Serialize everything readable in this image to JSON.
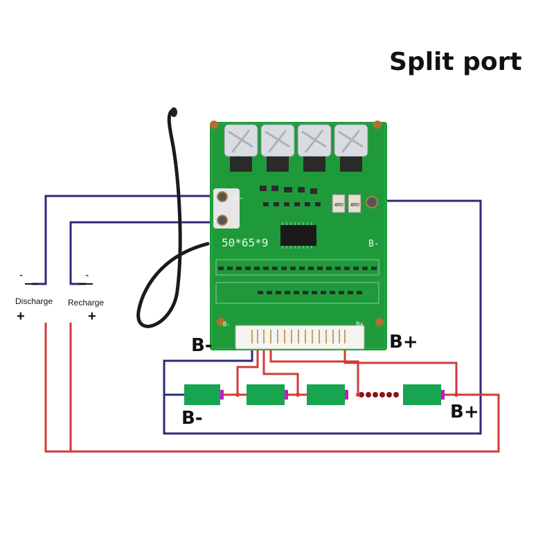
{
  "title": "Split port",
  "board": {
    "model_label": "50*65*9",
    "pin_p_minus": "P-",
    "pin_b_minus_side": "B-",
    "pin_b_minus_bottom": "B-",
    "pin_b_plus_bottom": "B+",
    "resistor_1": "4R0",
    "resistor_2": "4R0"
  },
  "labels": {
    "discharge": "Discharge",
    "recharge": "Recharge",
    "b_minus_main": "B-",
    "b_plus_main": "B+",
    "b_minus_pack": "B-",
    "b_plus_pack": "B+",
    "minus_sign_1": "-",
    "plus_sign_1": "+",
    "minus_sign_2": "-",
    "plus_sign_2": "+"
  },
  "colors": {
    "wire_negative": "#2b2a7a",
    "wire_positive": "#d23a36",
    "pcb_green": "#1f9a3a",
    "cell_green": "#17a54f",
    "cell_terminal": "#c21cc7"
  }
}
